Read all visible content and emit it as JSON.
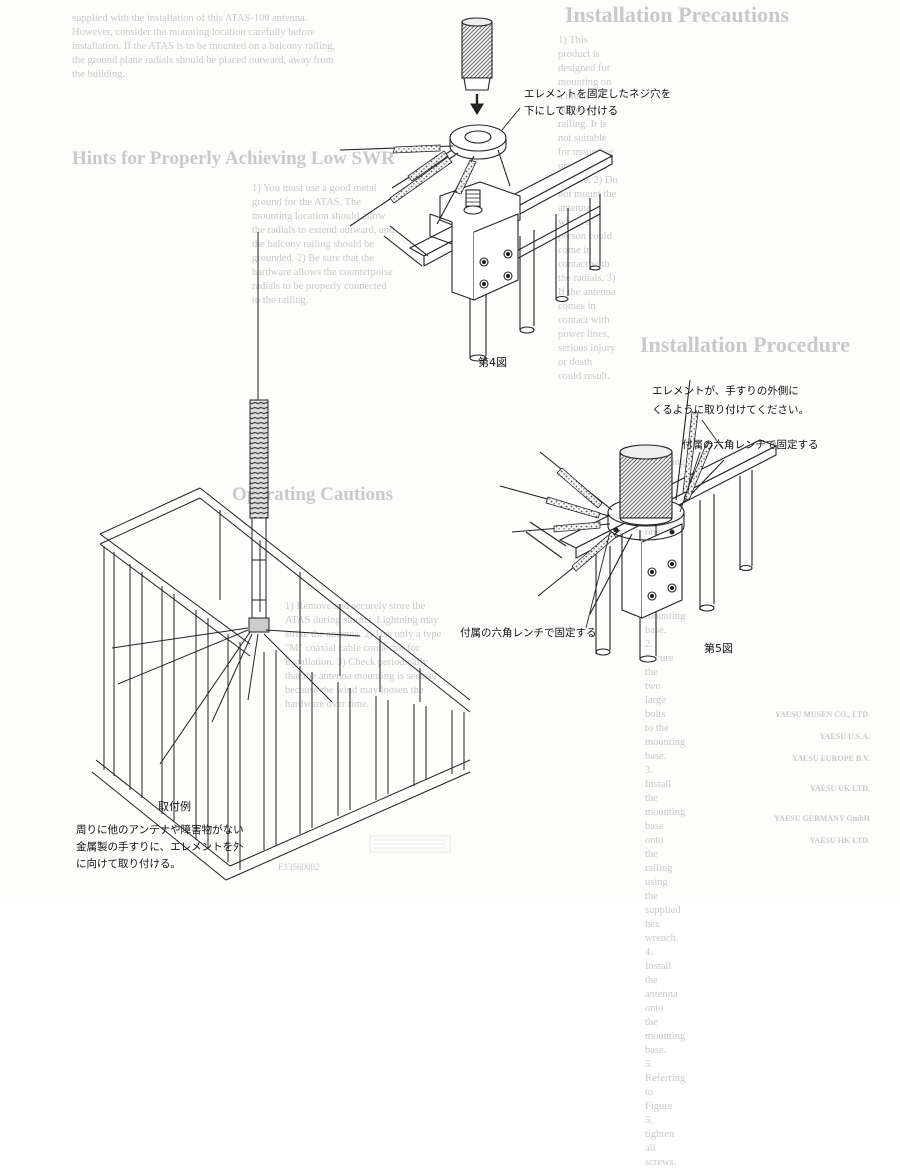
{
  "bleed": {
    "head_precautions": "Installation Precautions",
    "head_swr": "Hints for Properly Achieving Low SWR",
    "head_procedure": "Installation Procedure",
    "head_operating": "Operating Cautions",
    "p_top_left": "supplied with the installation of this ATAS-100 antenna. However, consider the mounting location carefully before installation. If the ATAS is to be mounted on a balcony railing, the ground plane radials should be placed outward, away from the building.",
    "p_swr": "1) You must use a good metal ground for the ATAS. The mounting location should allow the radials to extend outward, and the balcony railing should be grounded. 2) Be sure that the hardware allows the counterpoise radials to be properly connected to the railing.",
    "p_operating": "1) Remove and securely store the ATAS during storms. Lightning may strike the antenna. 2) Use only a type \"M\" coaxial cable connector for installation. 3) Check periodically that the antenna mounting is secure, because the wind may loosen the hardware over time.",
    "p_precautions": "1) This product is designed for mounting on a metal balcony railing. It is not suitable for mounting on a mobile vehicle. 2) Do not mount the antenna where a person could come in contact with the radials. 3) If the antenna comes in contact with power lines, serious injury or death could result.",
    "p_procedure": "1. Referring to Figure 4, install one each ATAS radial onto the mounting base. 2. Secure the two large bolts to the mounting base. 3. Install the mounting base onto the railing using the supplied hex wrench. 4. Install the antenna onto the mounting base. 5. Referring to Figure 5, tighten all screws.",
    "addresses": [
      "YAESU MUSEN CO., LTD.",
      "YAESU U.S.A.",
      "YAESU EUROPE B.V.",
      "YAESU UK LTD.",
      "YAESU GERMANY GmbH",
      "YAESU HK LTD."
    ]
  },
  "fig4": {
    "callout": [
      "エレメントを固定したネジ穴を",
      "下にして取り付ける"
    ],
    "label": "第4図"
  },
  "fig5": {
    "callout": [
      "エレメントが、手すりの外側に",
      "くるように取り付けてください。"
    ],
    "wrench_top": "付属の六角レンチで固定する",
    "wrench_bottom": "付属の六角レンチで固定する",
    "label": "第5図"
  },
  "example": {
    "label": "取付例",
    "note": [
      "周りに他のアンテナや障害物がない",
      "金属製の手すりに、エレメントを外",
      "に向けて取り付ける。"
    ]
  },
  "footer_code": "E13560002"
}
